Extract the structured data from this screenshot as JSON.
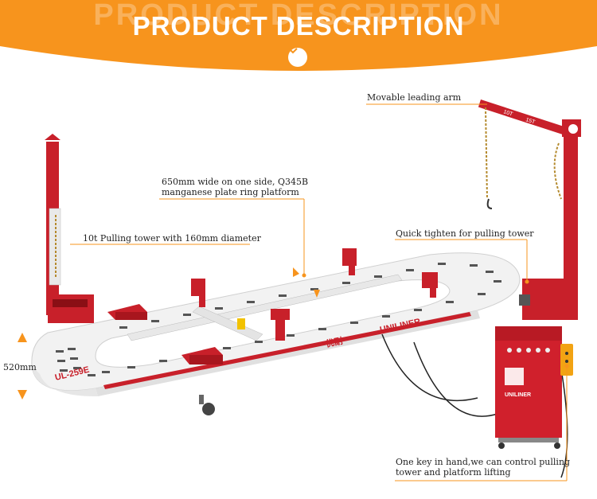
{
  "header": {
    "title": "PRODUCT DESCRIPTION",
    "ghost_title": "PRODUCT DESCRIPTION"
  },
  "labels": {
    "arm": "Movable leading arm",
    "platform_line1": "650mm wide on one side, Q345B",
    "platform_line2": "manganese plate ring platform",
    "tower": "10t Pulling  tower with 160mm diameter",
    "quick": "Quick tighten for pulling tower",
    "height": "520mm",
    "control_line1": "One key in hand,we can control pulling",
    "control_line2": "tower and platform lifting"
  },
  "product": {
    "brand": "UNILINER",
    "brand_cn": "优耐",
    "model": "UL-259E",
    "arm_left_mark": "10T",
    "arm_right_mark": "15T"
  },
  "colors": {
    "accent": "#f7941d",
    "frame_red": "#c8202a",
    "platform": "#f2f2f2"
  }
}
